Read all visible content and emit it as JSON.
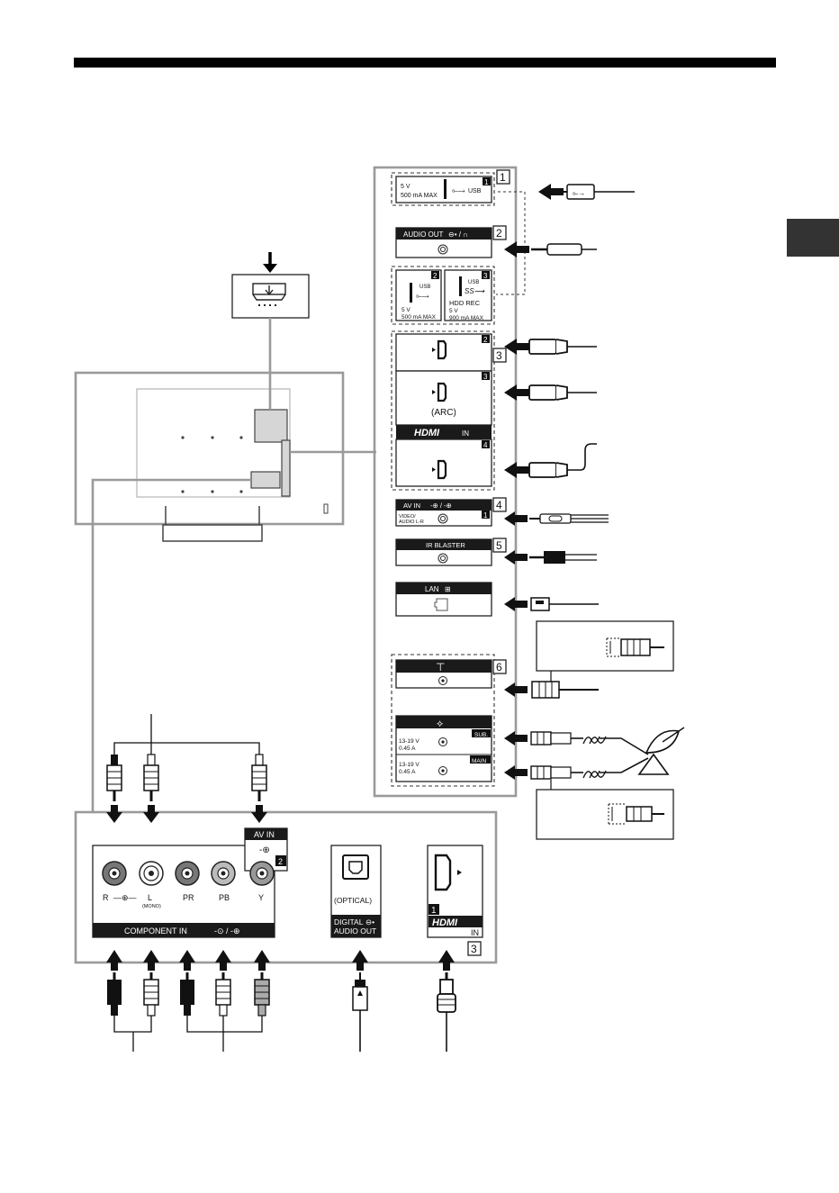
{
  "panel": {
    "section_numbers": [
      "1",
      "2",
      "3",
      "4",
      "5",
      "6"
    ],
    "usb1": {
      "number": "1",
      "voltage": "5 V",
      "current": "500 mA MAX",
      "label": "USB"
    },
    "audio_out": {
      "label": "AUDIO OUT"
    },
    "usb2": {
      "number": "2",
      "label": "USB",
      "voltage": "5 V",
      "current": "500 mA MAX"
    },
    "usb3": {
      "number": "3",
      "label": "USB",
      "hdd": "HDD REC",
      "voltage": "5 V",
      "current": "900 mA MAX"
    },
    "hdmi": {
      "port2": "2",
      "port3": "3",
      "port4": "4",
      "arc": "(ARC)",
      "logo": "HDMI",
      "in": "IN"
    },
    "av_in": {
      "label": "AV IN",
      "number": "1",
      "sub1": "VIDEO/",
      "sub2": "AUDIO L-R"
    },
    "ir_blaster": {
      "label": "IR BLASTER"
    },
    "lan": {
      "label": "LAN"
    },
    "satellite": {
      "sub_voltage": "13-19 V",
      "sub_current": "0.45 A",
      "sub_tag": "SUB.",
      "main_voltage": "13-19 V",
      "main_current": "0.45 A",
      "main_tag": "MAIN"
    }
  },
  "bottom": {
    "av_in_label": "AV IN",
    "av_in_number": "2",
    "r_label": "R",
    "l_label": "L",
    "mono_label": "(MONO)",
    "pr_label": "PR",
    "pb_label": "PB",
    "y_label": "Y",
    "component_label": "COMPONENT IN",
    "optical_label": "(OPTICAL)",
    "digital_label": "DIGITAL",
    "audio_out_label": "AUDIO OUT",
    "hdmi_number": "1",
    "hdmi_logo": "HDMI",
    "hdmi_in": "IN",
    "section_number": "3"
  },
  "colors": {
    "ink": "#111111",
    "tv_gray": "#9a9a9a",
    "side_tab": "#333333"
  }
}
